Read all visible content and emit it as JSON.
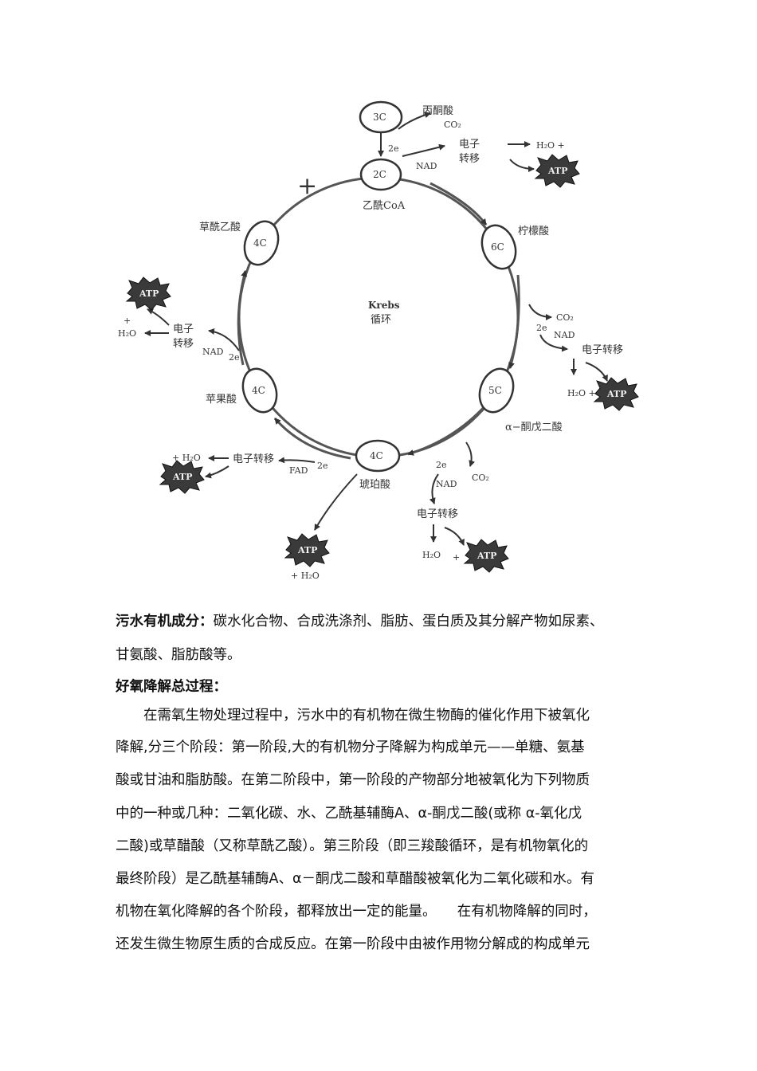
{
  "diagram": {
    "plus_sign": "+",
    "krebs_title": "Krebs",
    "krebs_subtitle": "循环",
    "atp": "ATP",
    "nodes": {
      "c3": "3C",
      "c2": "2C",
      "c6": "6C",
      "c5": "5C",
      "c4_bottom": "4C",
      "c4_left": "4C",
      "c4_top": "4C"
    },
    "labels": {
      "pyruvate": "丙酮酸",
      "acetyl_coa": "乙酰CoA",
      "citric": "柠檬酸",
      "ketoglutarate": "α−酮戊二酸",
      "succinate": "琥珀酸",
      "malate": "苹果酸",
      "oxaloacetate": "草酰乙酸",
      "co2": "CO₂",
      "h2o": "H₂O",
      "h2o_plus": "H₂O +",
      "plus": "+",
      "plus_h2o": "+ H₂O",
      "nad": "NAD",
      "fad": "FAD",
      "two_e": "2e",
      "electron_line1": "电子",
      "electron_line2": "转移",
      "electron_transfer": "电子转移"
    }
  },
  "text": {
    "p1_bold": "污水有机成分：",
    "p1_rest": "碳水化合物、合成洗涤剂、脂肪、蛋白质及其分解产物如尿素、",
    "p1_line2": "甘氨酸、脂肪酸等。",
    "p2_heading": "好氧降解总过程：",
    "body_lines": [
      "　　在需氧生物处理过程中，污水中的有机物在微生物酶的催化作用下被氧化",
      "降解,分三个阶段：第一阶段,大的有机物分子降解为构成单元——单糖、氨基",
      "酸或甘油和脂肪酸。在第二阶段中，第一阶段的产物部分地被氧化为下列物质",
      "中的一种或几种：二氧化碳、水、乙酰基辅酶A、α-酮戊二酸(或称 α-氧化戊",
      "二酸)或草醋酸（又称草酰乙酸）。第三阶段（即三羧酸循环，是有机物氧化的",
      "最终阶段）是乙酰基辅酶A、α－酮戊二酸和草醋酸被氧化为二氧化碳和水。有",
      "机物在氧化降解的各个阶段，都释放出一定的能量。　　在有机物降解的同时，",
      "还发生微生物原生质的合成反应。在第一阶段中由被作用物分解成的构成单元"
    ]
  }
}
